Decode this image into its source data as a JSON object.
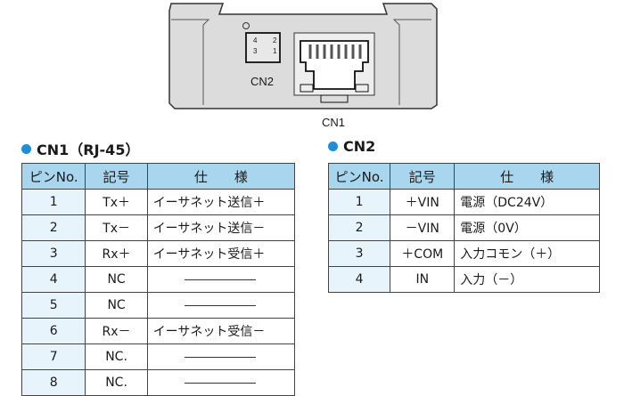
{
  "device": {
    "cn2_pins": [
      "4",
      "2",
      "3",
      "1"
    ],
    "cn2_label": "CN2",
    "cn1_label": "CN1"
  },
  "cn1": {
    "title": "CN1（RJ-45）",
    "headers": [
      "ピンNo.",
      "記号",
      "仕　　様"
    ],
    "rows": [
      [
        "1",
        "Tx＋",
        "イーサネット送信＋"
      ],
      [
        "2",
        "Tx－",
        "イーサネット送信－"
      ],
      [
        "3",
        "Rx＋",
        "イーサネット受信＋"
      ],
      [
        "4",
        "NC",
        ""
      ],
      [
        "5",
        "NC",
        ""
      ],
      [
        "6",
        "Rx－",
        "イーサネット受信－"
      ],
      [
        "7",
        "NC.",
        ""
      ],
      [
        "8",
        "NC.",
        ""
      ]
    ]
  },
  "cn2": {
    "title": "CN2",
    "headers": [
      "ピンNo.",
      "記号",
      "仕　　様"
    ],
    "rows": [
      [
        "1",
        "＋VIN",
        "電源（DC24V）"
      ],
      [
        "2",
        "－VIN",
        "電源（0V）"
      ],
      [
        "3",
        "＋COM",
        "入力コモン（＋）"
      ],
      [
        "4",
        "IN",
        "入力（－）"
      ]
    ]
  },
  "colors": {
    "accent": "#1e8fd6",
    "header": "#a8d6ef",
    "pin_col": "#e8f4fb"
  }
}
